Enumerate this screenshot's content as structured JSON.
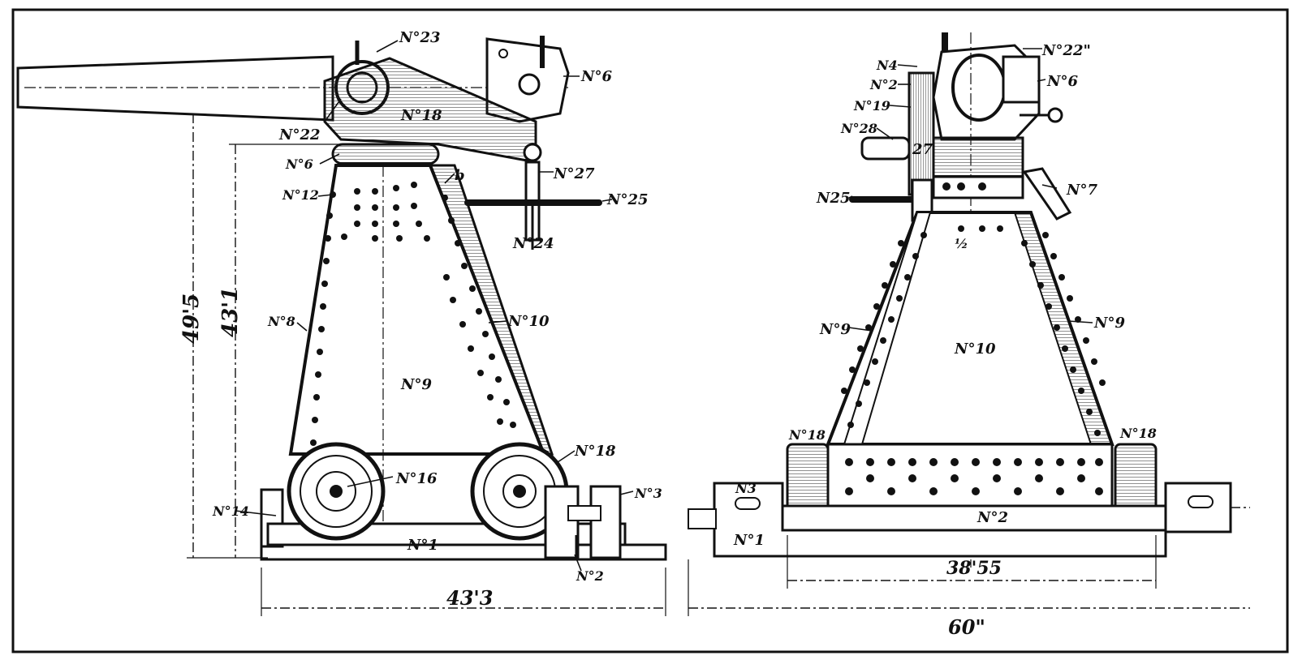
{
  "side_view": {
    "labels": {
      "n23": "N°23",
      "n6_top": "N°6",
      "n22": "N°22",
      "n18_bracket": "N°18",
      "n6_ring": "N°6",
      "n12": "N°12",
      "b": "b",
      "n27": "N°27",
      "n25": "N°25",
      "n24": "N°24",
      "n8": "N°8",
      "n10": "N°10",
      "n9": "N°9",
      "n18_wheel": "N°18",
      "n16": "N°16",
      "n3": "N°3",
      "n14": "N°14",
      "n1": "N°1",
      "n2": "N°2"
    },
    "dimensions": {
      "overall_height": "49'5",
      "pedestal_height": "43'1",
      "base_length": "43'3"
    }
  },
  "front_view": {
    "labels": {
      "n22": "N°22\"",
      "n4": "N4",
      "n2_top": "N°2",
      "n6": "N°6",
      "n19": "N°19",
      "n28": "N°28",
      "n27": "27",
      "n7": "N°7",
      "n25": "N25",
      "half": "½",
      "n9_left": "N°9",
      "n9_right": "N°9",
      "n10": "N°10",
      "n18_left": "N°18",
      "n18_right": "N°18",
      "n3": "N3",
      "n2_base": "N°2",
      "n1": "N°1"
    },
    "dimensions": {
      "wheel_span": "38'55",
      "base_width": "60\""
    }
  },
  "colors": {
    "ink": "#111111",
    "paper": "#ffffff"
  }
}
